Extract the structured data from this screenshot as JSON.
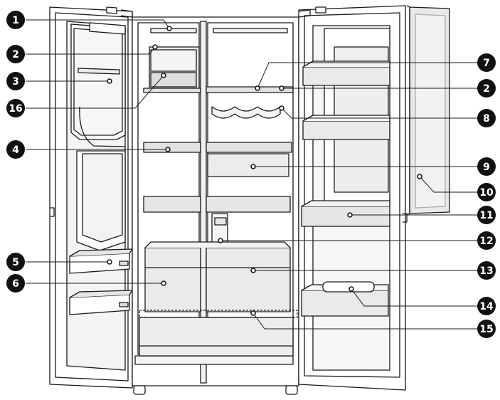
{
  "callouts": [
    {
      "id": "c1",
      "label": "1"
    },
    {
      "id": "c2a",
      "label": "2"
    },
    {
      "id": "c3",
      "label": "3"
    },
    {
      "id": "c16",
      "label": "16"
    },
    {
      "id": "c4",
      "label": "4"
    },
    {
      "id": "c5",
      "label": "5"
    },
    {
      "id": "c6",
      "label": "6"
    },
    {
      "id": "c7",
      "label": "7"
    },
    {
      "id": "c2b",
      "label": "2"
    },
    {
      "id": "c8",
      "label": "8"
    },
    {
      "id": "c9",
      "label": "9"
    },
    {
      "id": "c10",
      "label": "10"
    },
    {
      "id": "c11",
      "label": "11"
    },
    {
      "id": "c12",
      "label": "12"
    },
    {
      "id": "c13",
      "label": "13"
    },
    {
      "id": "c14",
      "label": "14"
    },
    {
      "id": "c15",
      "label": "15"
    }
  ],
  "colors": {
    "line": "#1a1a1a",
    "shelf_fill": "#e4e4e4",
    "drawer_fill": "#e9e9e9",
    "door_panel": "#f1f1f1",
    "glass": "#e6e6e6",
    "badge": "#111111"
  }
}
